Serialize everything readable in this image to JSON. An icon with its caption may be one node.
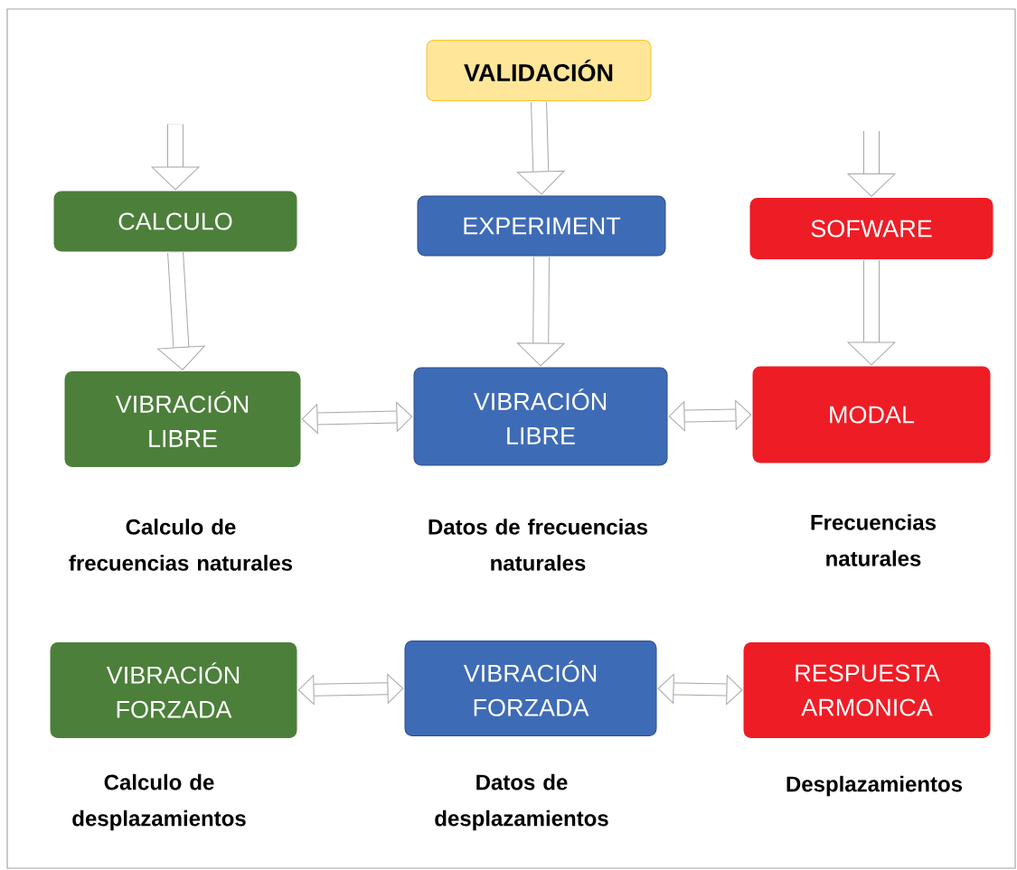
{
  "diagram": {
    "nodes": [
      {
        "text": [
          "VALIDACIÓN"
        ]
      },
      {
        "text": [
          "CALCULO"
        ]
      },
      {
        "text": [
          "EXPERIMENT"
        ]
      },
      {
        "text": [
          "SOFWARE"
        ]
      },
      {
        "text": [
          "VIBRACIÓN LIBRE"
        ],
        "beside": [
          "Calculo de frecuencias naturales"
        ]
      },
      {
        "text": [
          "VIBRACIÓN LIBRE"
        ],
        "beside": [
          "Datos de frecuencias naturales"
        ]
      },
      {
        "text": [
          "MODAL"
        ],
        "beside": [
          "Frecuencias naturales"
        ]
      },
      {
        "text": [
          "VIBRACIÓN FORZADA"
        ],
        "beside": [
          "Calculo de desplazamientos"
        ]
      },
      {
        "text": [
          "VIBRACIÓN FORZADA"
        ],
        "beside": [
          "Datos de desplazamientos"
        ]
      },
      {
        "text": [
          "RESPUESTA ARMONICA"
        ],
        "beside": [
          "Desplazamientos"
        ]
      }
    ],
    "edges": [
      {
        "from": null,
        "to": 1,
        "arrow": "to"
      },
      {
        "from": 0,
        "to": 2,
        "arrow": "to"
      },
      {
        "from": null,
        "to": 3,
        "arrow": "to"
      },
      {
        "from": 1,
        "to": 4,
        "arrow": "to"
      },
      {
        "from": 2,
        "to": 5,
        "arrow": "to"
      },
      {
        "from": 3,
        "to": 6,
        "arrow": "to"
      },
      {
        "from": 4,
        "to": 5,
        "arrow": "both"
      },
      {
        "from": 5,
        "to": 6,
        "arrow": "both"
      },
      {
        "from": 7,
        "to": 8,
        "arrow": "both"
      },
      {
        "from": 8,
        "to": 9,
        "arrow": "both"
      }
    ]
  }
}
